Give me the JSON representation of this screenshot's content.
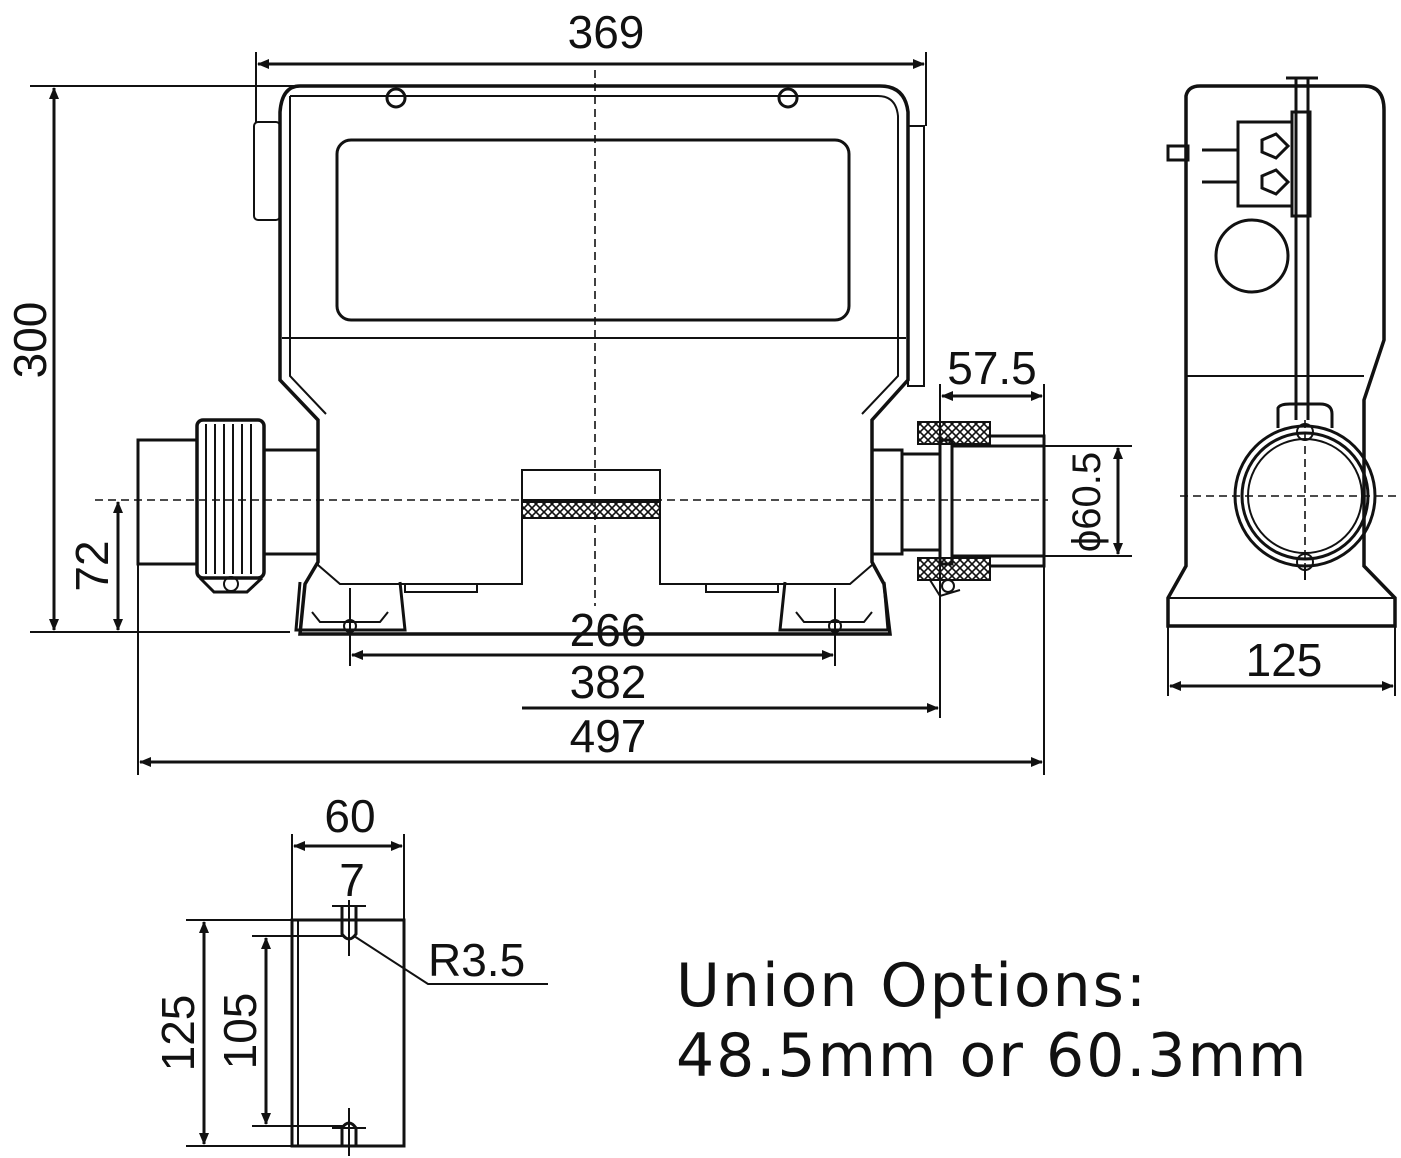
{
  "dimensions": {
    "width_top": "369",
    "height_left": "300",
    "offset_72": "72",
    "union_57": "57.5",
    "dia_605": "ϕ60.5",
    "mount_266": "266",
    "width_382": "382",
    "overall_497": "497",
    "side_125": "125",
    "bracket_60": "60",
    "slot_7": "7",
    "radius": "R3.5",
    "bracket_125": "125",
    "bracket_105": "105"
  },
  "note": {
    "line1": "Union Options:",
    "line2": "48.5mm or 60.3mm"
  }
}
